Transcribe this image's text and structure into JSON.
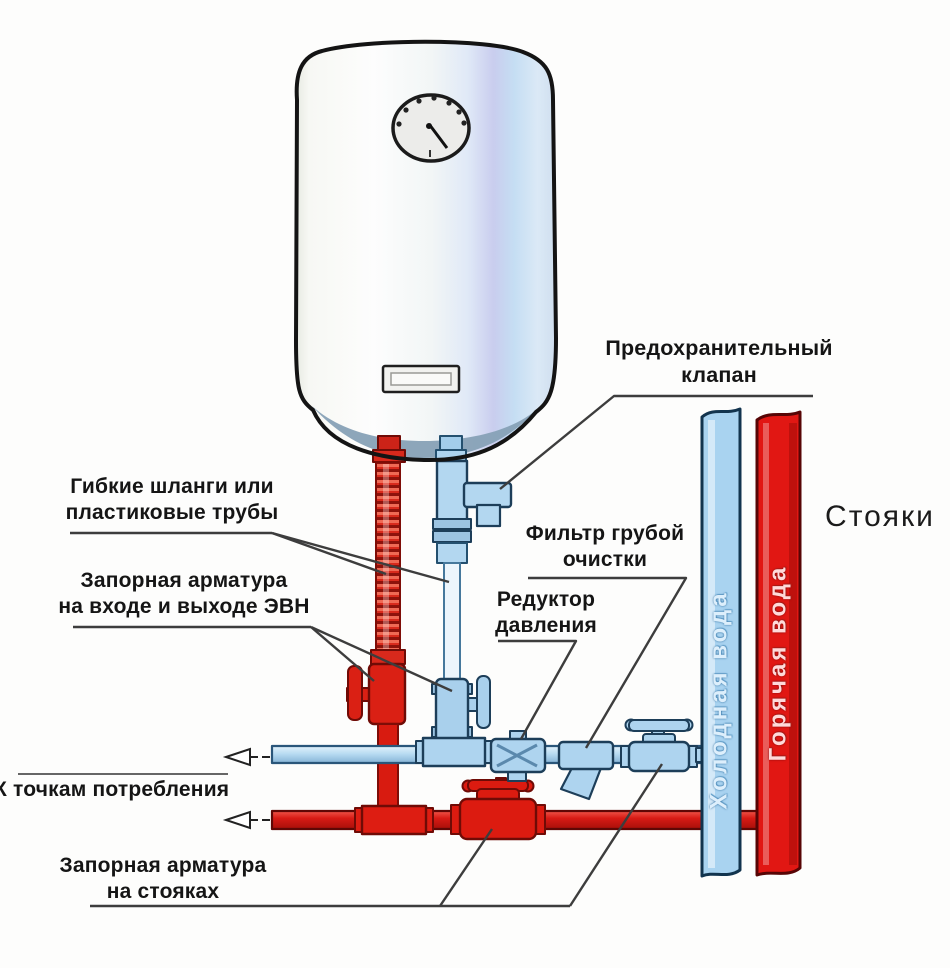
{
  "diagram": {
    "type": "water-heater-installation-schematic",
    "labels": {
      "safety_valve": "Предохранительный\nклапан",
      "flexible_hoses": "Гибкие шланги или\nпластиковые трубы",
      "heater_inlet_outlet_valves": "Запорная арматура\nна входе и выходе ЭВН",
      "coarse_filter": "Фильтр грубой\nочистки",
      "pressure_reducer": "Редуктор\nдавления",
      "to_consumption_points": "К точкам потребления",
      "riser_valves": "Запорная арматура\nна стояках",
      "risers_title": "Стояки"
    },
    "risers": {
      "cold_water": "Холодная вода",
      "hot_water": "Горячая вода"
    },
    "colors": {
      "hot_pipe": "#dc1b10",
      "hot_outline": "#6f0b06",
      "cold_fitting": "#aed4ef",
      "cold_riser": "#a9d3f0",
      "cold_outline": "#1d3e59",
      "leader_line": "#3d3d3d",
      "text": "#151515"
    }
  }
}
